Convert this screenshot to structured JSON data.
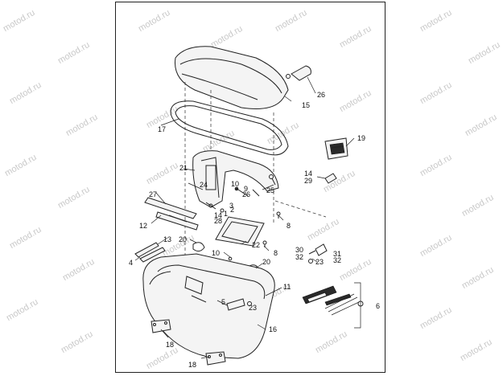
{
  "watermark": "motod.ru",
  "callouts": [
    "1",
    "2",
    "3",
    "4",
    "5",
    "6",
    "8",
    "8",
    "9",
    "10",
    "10",
    "11",
    "12",
    "13",
    "14",
    "14",
    "15",
    "16",
    "17",
    "18",
    "18",
    "19",
    "20",
    "20",
    "21",
    "22",
    "23",
    "23",
    "24",
    "25",
    "26",
    "26",
    "27",
    "28",
    "29",
    "30",
    "31",
    "32",
    "32"
  ]
}
